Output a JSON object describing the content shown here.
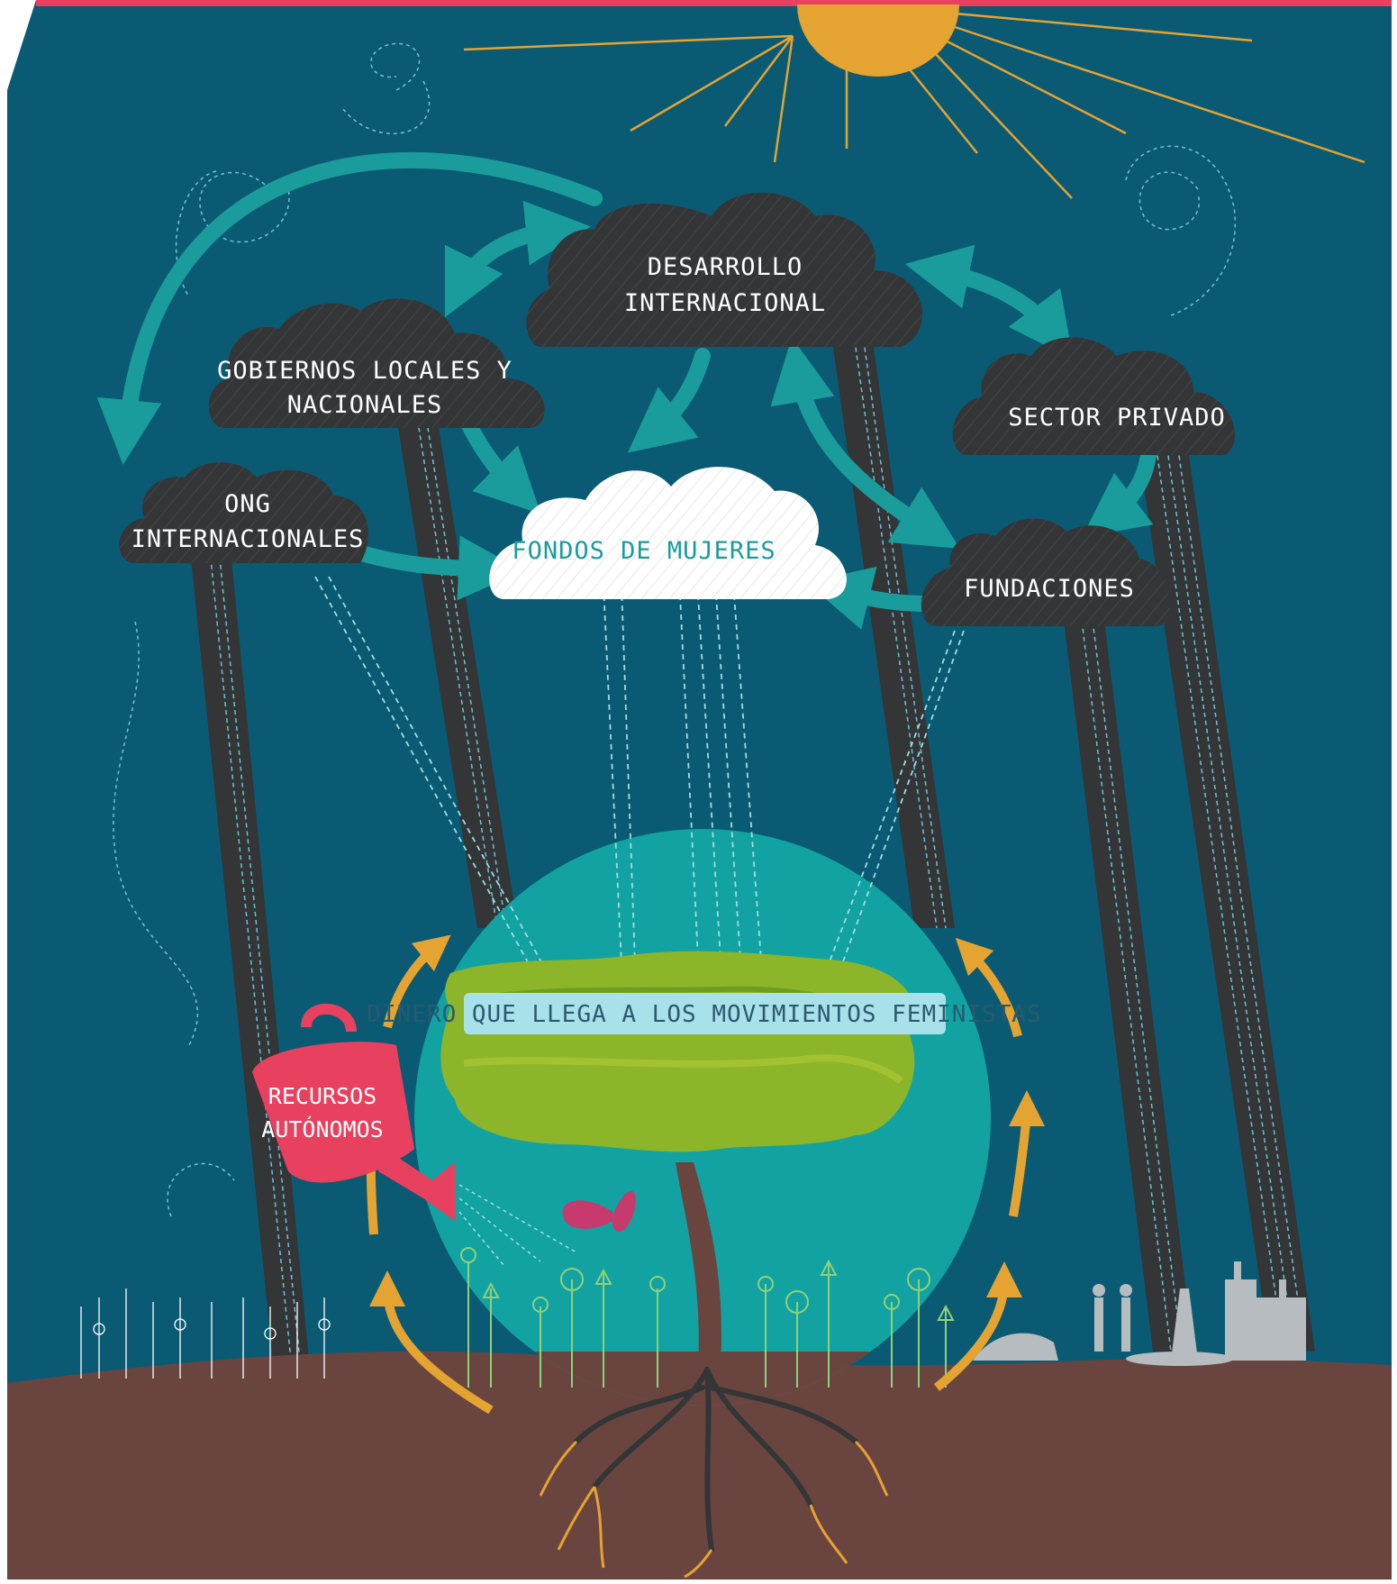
{
  "diagram": {
    "clouds": {
      "desarrollo": {
        "line1": "DESARROLLO",
        "line2": "INTERNACIONAL"
      },
      "gobiernos": {
        "line1": "GOBIERNOS LOCALES Y",
        "line2": "NACIONALES"
      },
      "sector_privado": {
        "line1": "SECTOR PRIVADO"
      },
      "ong": {
        "line1": "ONG",
        "line2": "INTERNACIONALES"
      },
      "fondos": {
        "line1": "FONDOS DE MUJERES"
      },
      "fundaciones": {
        "line1": "FUNDACIONES"
      }
    },
    "banner": "DINERO QUE LLEGA A LOS MOVIMIENTOS FEMINISTAS",
    "watering_can": {
      "line1": "RECURSOS",
      "line2": "AUTÓNOMOS"
    }
  },
  "colors": {
    "sky": "#0b5a73",
    "top_bar": "#e8405f",
    "sun": "#e5a332",
    "cloud_dark": "#333537",
    "cloud_light": "#ffffff",
    "arrow_teal": "#1a9c9c",
    "globe": "#12a2a2",
    "ground": "#6a4540",
    "tree_green": "#8cb52a",
    "can_pink": "#e8405f",
    "cycle_arrow": "#e5a332"
  }
}
